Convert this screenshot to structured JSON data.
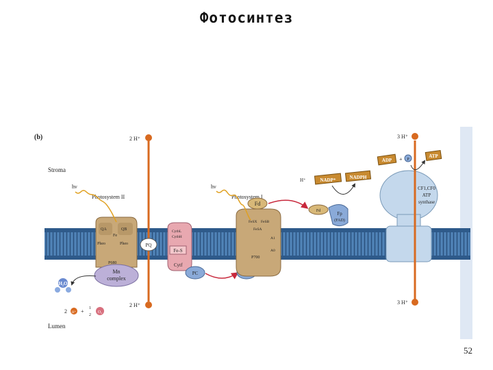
{
  "title": "Фотосинтез",
  "page_number": "52",
  "diagram": {
    "panel_label": "(b)",
    "stroma": "Stroma",
    "lumen": "Lumen",
    "hv_left": "hν",
    "hv_right": "hν",
    "photosystem_2": "Photosystem II",
    "photosystem_1": "Photosystem I",
    "h_top_left": "2 H⁺",
    "h_bottom_left": "2 H⁺",
    "h_top_right": "3 H⁺",
    "h_bottom_right": "3 H⁺",
    "qa": "QA",
    "qb": "QB",
    "fe": "Fe",
    "pheo_left": "Pheo",
    "pheo_right": "Pheo",
    "p680": "P680",
    "mn_complex_1": "Mn",
    "mn_complex_2": "complex",
    "pq": "PQ",
    "cytb_l": "CytbL",
    "cytb_h": "CytbH",
    "fe_s": "Fe-S",
    "cytf": "Cytf",
    "pc_left": "PC",
    "pc_right": "PC",
    "fd": "Fd",
    "fd_small": "Fd",
    "fp": "Fp",
    "fad": "(FAD)",
    "fes_x": "FeSX",
    "fes_b": "FeSB",
    "fes_a": "FeSA",
    "a1": "A1",
    "a0": "A0",
    "p700": "P700",
    "nadp": "NADP⁺",
    "nadph": "NADPH",
    "h_nadp": "H⁺",
    "adp": "ADP",
    "pi": "P",
    "atp": "ATP",
    "atp_synthase_1": "CF1,CF0",
    "atp_synthase_2": "ATP",
    "atp_synthase_3": "synthase",
    "h2o": "H₂O",
    "water_eq_1": "2",
    "water_eq_2": "H⁺",
    "water_eq_3": "+",
    "water_eq_frac_num": "1",
    "water_eq_frac_den": "2",
    "o2": "O₂"
  },
  "colors": {
    "membrane_top": "#3c6ea0",
    "membrane_mid": "#5d8fc0",
    "ps_body": "#c8a878",
    "cyt_pink": "#e8a8b0",
    "pc_blue": "#8aaad8",
    "fd_tan": "#d8b878",
    "atp_blue": "#c4d8ec",
    "proton_orange": "#d86a20",
    "electron_red": "#c8283c"
  }
}
